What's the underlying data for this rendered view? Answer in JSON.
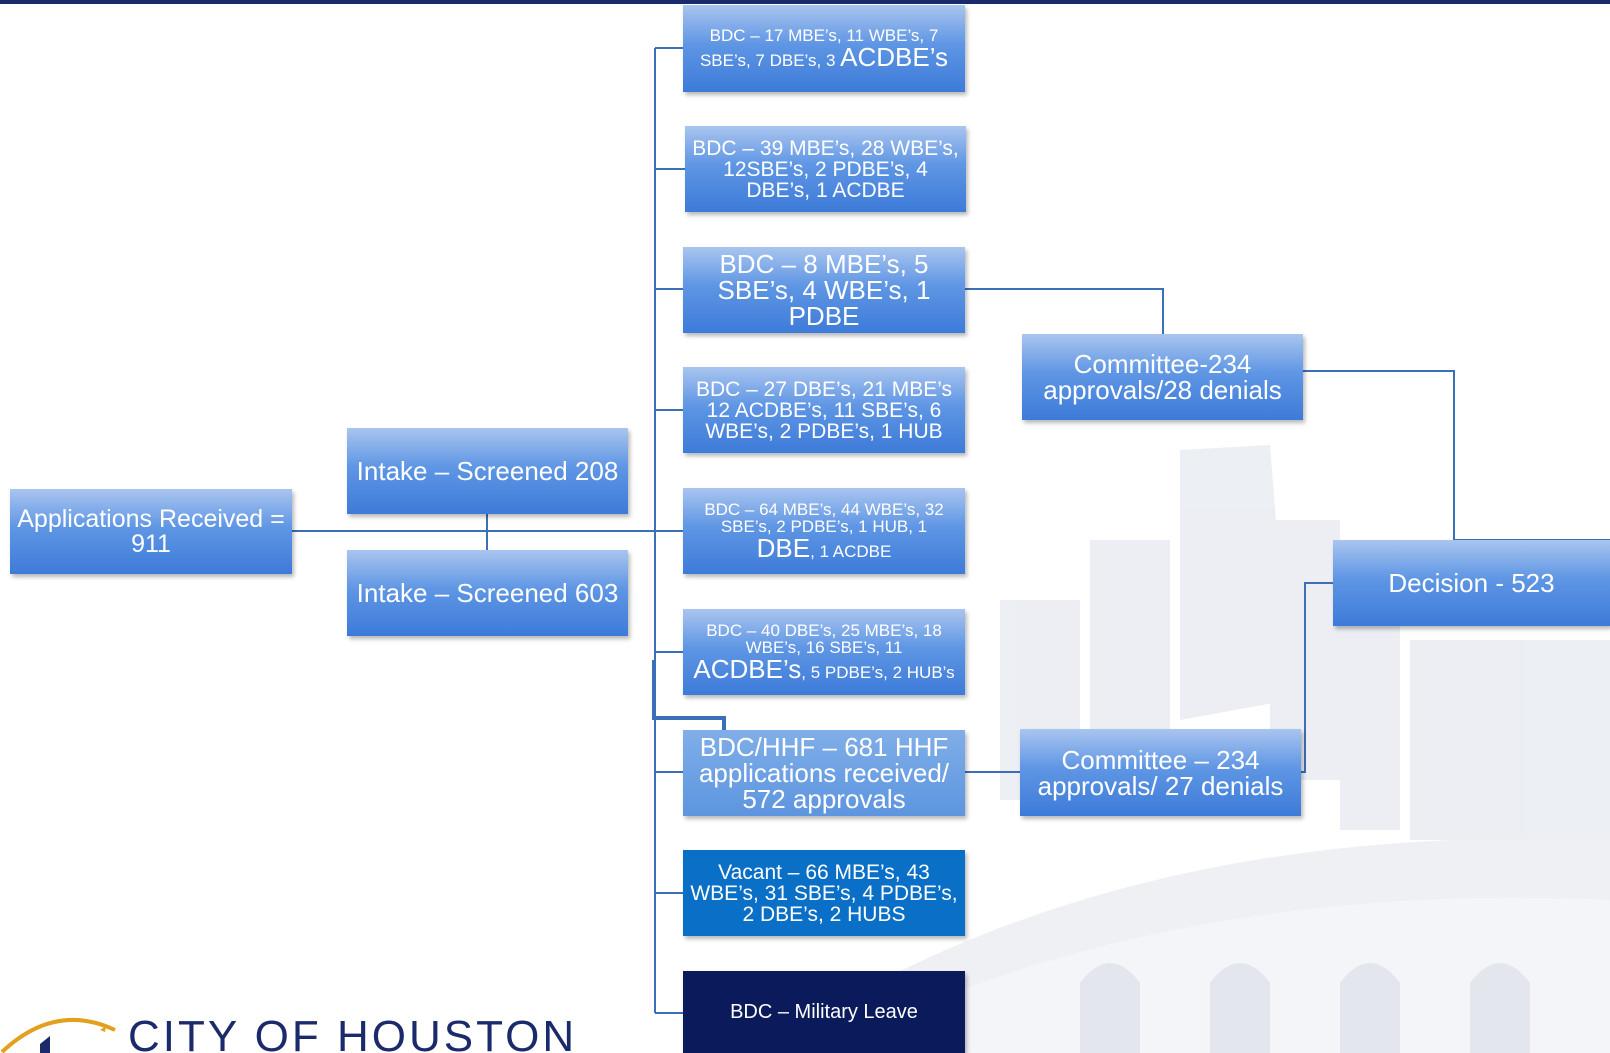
{
  "nodes": {
    "applications": "Applications Received = 911",
    "intake_208": "Intake – Screened 208",
    "intake_603": "Intake – Screened 603",
    "bdc1": {
      "a": "BDC – 17 MBE’s, 11 WBE’s, 7 SBE’s, 7 DBE’s, 3 ",
      "b": "ACDBE’s"
    },
    "bdc2": "BDC – 39 MBE’s, 28 WBE’s, 12SBE’s, 2 PDBE’s, 4 DBE’s, 1 ACDBE",
    "bdc3": "BDC – 8 MBE’s, 5 SBE’s, 4 WBE’s, 1 PDBE",
    "bdc4": "BDC – 27 DBE’s, 21 MBE’s 12 ACDBE’s, 11 SBE’s, 6 WBE’s, 2 PDBE’s, 1 HUB",
    "bdc5": {
      "a": "BDC – 64 MBE’s, 44 WBE’s, 32 SBE’s, 2 PDBE’s, 1 HUB, 1",
      "b": "DBE",
      "c": ", 1 ACDBE"
    },
    "bdc6": {
      "a": "BDC – 40 DBE’s, 25 MBE’s, 18 WBE’s, 16 SBE’s, 11",
      "b": "ACDBE’s",
      "c": ", 5 PDBE’s, 2 HUB’s"
    },
    "bdc_hhf": "BDC/HHF – 681 HHF applications received/ 572 approvals",
    "vacant": "Vacant – 66 MBE’s, 43 WBE’s, 31 SBE’s, 4 PDBE’s, 2 DBE’s, 2 HUBS",
    "military": "BDC – Military Leave",
    "committee_top": "Committee-234 approvals/28 denials",
    "committee_bottom": "Committee – 234 approvals/ 27 denials",
    "decision": "Decision - 523"
  },
  "logo": {
    "text": "CITY OF HOUSTON"
  },
  "colors": {
    "accent": "#3d7bd9",
    "navy": "#0b1a5a",
    "vacant": "#0a6fc6",
    "connector": "#3b6fb8"
  }
}
